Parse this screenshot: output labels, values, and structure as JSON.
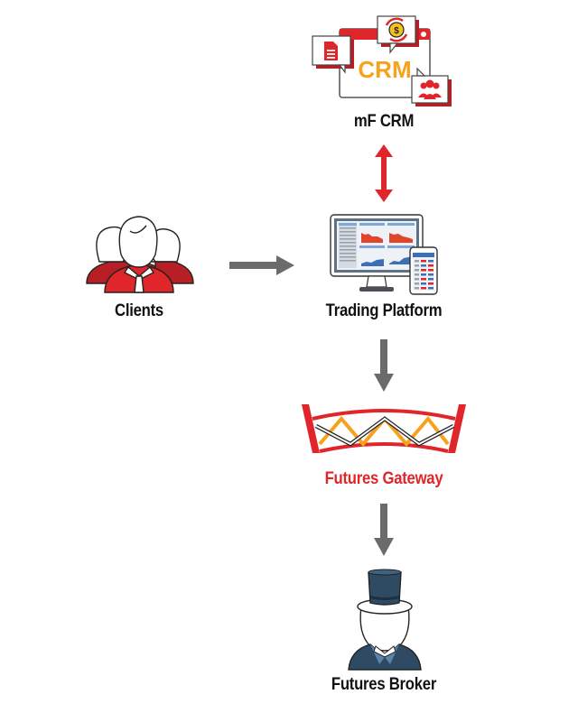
{
  "diagram": {
    "nodes": {
      "crm": {
        "label": "mF CRM",
        "icon_text": "CRM",
        "color": "#111111"
      },
      "clients": {
        "label": "Clients",
        "color": "#111111"
      },
      "trading": {
        "label": "Trading Platform",
        "color": "#111111"
      },
      "gateway": {
        "label": "Futures Gateway",
        "color": "#e0252b"
      },
      "broker": {
        "label": "Futures Broker",
        "color": "#111111"
      }
    },
    "edges": [
      {
        "from": "crm",
        "to": "trading",
        "style": "bidirectional",
        "color": "#e0252b"
      },
      {
        "from": "clients",
        "to": "trading",
        "style": "arrow",
        "color": "#6b6b6b"
      },
      {
        "from": "trading",
        "to": "gateway",
        "style": "arrow",
        "color": "#6b6b6b"
      },
      {
        "from": "gateway",
        "to": "broker",
        "style": "arrow",
        "color": "#6b6b6b"
      }
    ],
    "colors": {
      "red": "#e0252b",
      "dark_red": "#b81f24",
      "orange": "#f6a21c",
      "navy": "#2f4a63",
      "blue": "#3d6fb6",
      "gray": "#6b6b6b"
    }
  }
}
